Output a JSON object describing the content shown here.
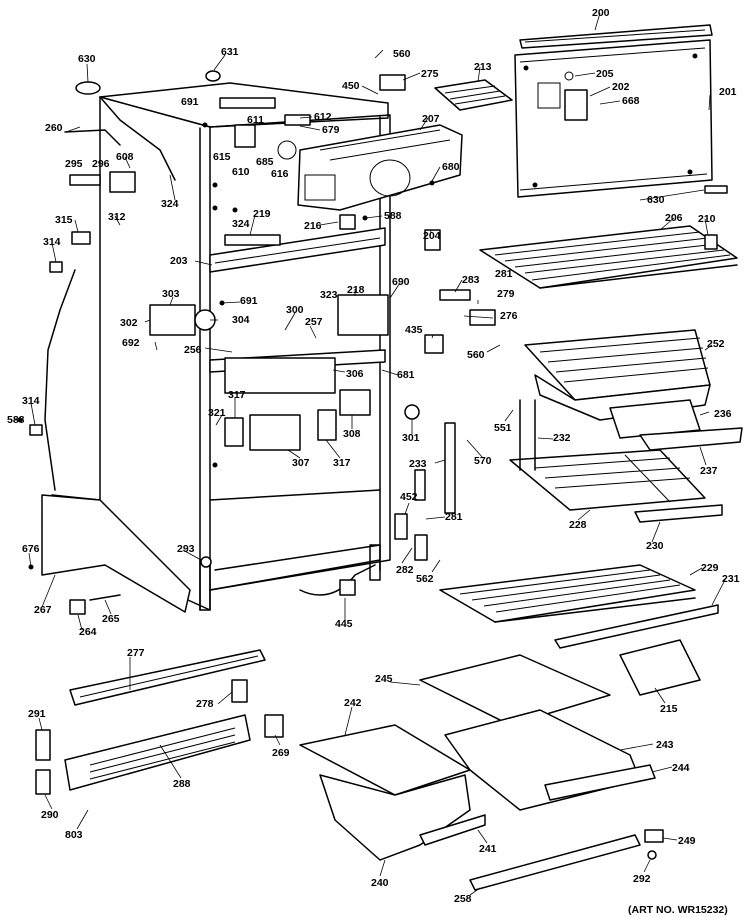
{
  "art_no": "(ART NO. WR15232)",
  "labels": [
    "200",
    "630",
    "631",
    "560",
    "275",
    "213",
    "205",
    "202",
    "201",
    "668",
    "450",
    "691",
    "611",
    "612",
    "207",
    "260",
    "608",
    "615",
    "679",
    "685",
    "610",
    "616",
    "680",
    "295",
    "296",
    "324",
    "324",
    "219",
    "216",
    "588",
    "630",
    "206",
    "210",
    "315",
    "312",
    "314",
    "204",
    "283",
    "281",
    "203",
    "218",
    "323",
    "690",
    "279",
    "276",
    "691",
    "303",
    "302",
    "304",
    "300",
    "257",
    "435",
    "560",
    "692",
    "256",
    "306",
    "681",
    "252",
    "314",
    "588",
    "317",
    "321",
    "308",
    "301",
    "551",
    "232",
    "236",
    "317",
    "307",
    "233",
    "570",
    "237",
    "452",
    "281",
    "228",
    "230",
    "293",
    "282",
    "562",
    "676",
    "229",
    "231",
    "267",
    "265",
    "264",
    "445",
    "277",
    "215",
    "245",
    "291",
    "278",
    "242",
    "269",
    "243",
    "244",
    "288",
    "290",
    "803",
    "241",
    "249",
    "292",
    "240",
    "258"
  ]
}
